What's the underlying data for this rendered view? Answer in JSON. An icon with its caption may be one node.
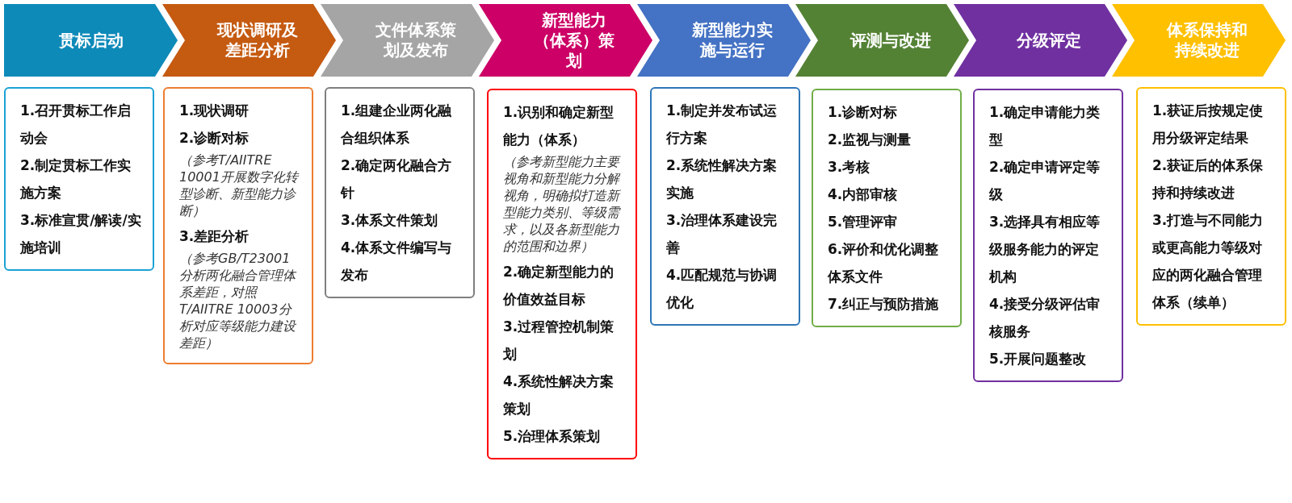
{
  "diagram": {
    "nodes": [
      {
        "text": [
          "贯标启动"
        ]
      },
      {
        "text": [
          "现状调研及差距分析"
        ]
      },
      {
        "text": [
          "文件体系策划及发布"
        ]
      },
      {
        "text": [
          "新型能力（体系）策划"
        ]
      },
      {
        "text": [
          "新型能力实施与运行"
        ]
      },
      {
        "text": [
          "评测与改进"
        ]
      },
      {
        "text": [
          "分级评定"
        ]
      },
      {
        "text": [
          "体系保持和持续改进"
        ]
      },
      {
        "text": [
          "1.召开贯标工作启动会",
          "2.制定贯标工作实施方案",
          "3.标准宣贯/解读/实施培训"
        ]
      },
      {
        "text": [
          "1.现状调研",
          "2.诊断对标",
          "（参考T/AIITRE 10001开展数字化转型诊断、新型能力诊断）",
          "3.差距分析",
          "（参考GB/T23001分析两化融合管理体系差距，对照T/AIITRE 10003分析对应等级能力建设差距）"
        ]
      },
      {
        "text": [
          "1.组建企业两化融合组织体系",
          "2.确定两化融合方针",
          "3.体系文件策划",
          "4.体系文件编写与发布"
        ]
      },
      {
        "text": [
          "1.识别和确定新型能力（体系）",
          "（参考新型能力主要视角和新型能力分解视角，明确拟打造新型能力类别、等级需求，以及各新型能力的范围和边界）",
          "2.确定新型能力的价值效益目标",
          "3.过程管控机制策划",
          "4.系统性解决方案策划",
          "5.治理体系策划"
        ]
      },
      {
        "text": [
          "1.制定并发布试运行方案",
          "2.系统性解决方案实施",
          "3.治理体系建设完善",
          "4.匹配规范与协调优化"
        ]
      },
      {
        "text": [
          "1.诊断对标",
          "2.监视与测量",
          "3.考核",
          "4.内部审核",
          "5.管理评审",
          "6.评价和优化调整体系文件",
          "7.纠正与预防措施"
        ]
      },
      {
        "text": [
          "1.确定申请能力类型",
          "2.确定申请评定等级",
          "3.选择具有相应等级服务能力的评定机构",
          "4.接受分级评估审核服务",
          "5.开展问题整改"
        ]
      },
      {
        "text": [
          "1.获证后按规定使用分级评定结果",
          "2.获证后的体系保持和持续改进",
          "3.打造与不同能力或更高能力等级对应的两化融合管理体系（续单）"
        ]
      }
    ]
  }
}
